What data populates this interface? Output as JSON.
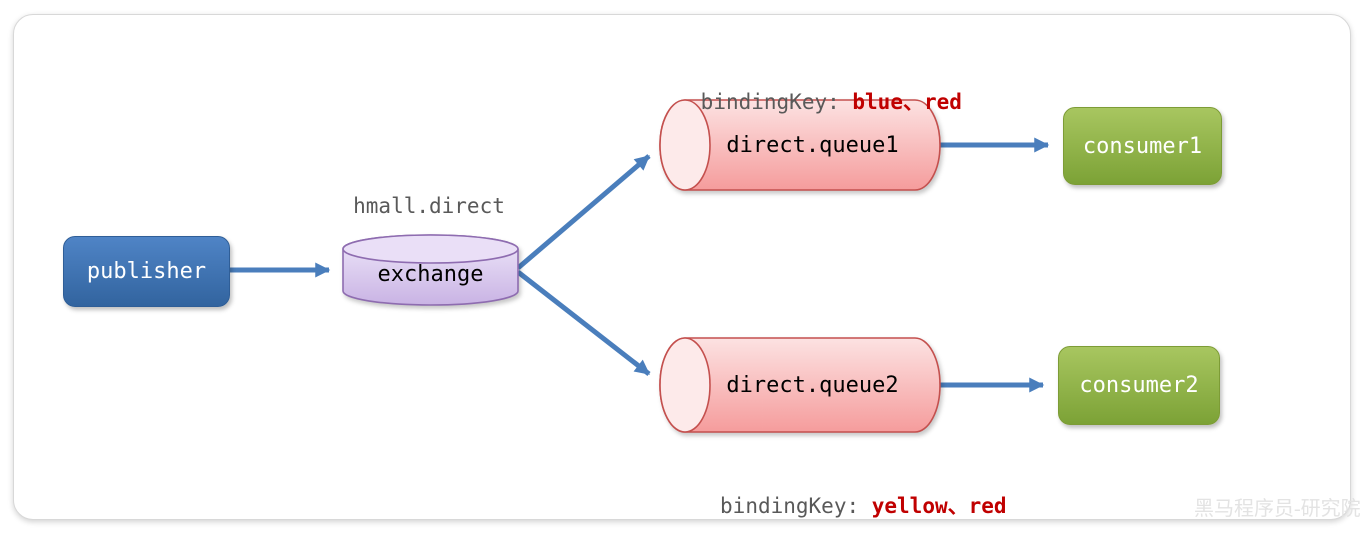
{
  "diagram": {
    "type": "rabbitmq-direct-exchange",
    "watermark": "黑马程序员-研究院"
  },
  "nodes": {
    "publisher": {
      "label": "publisher",
      "shape": "rounded-box",
      "color": "#3d76b8"
    },
    "exchange": {
      "label": "exchange",
      "caption": "hmall.direct",
      "shape": "vertical-cylinder",
      "color": "#d9c6ee"
    },
    "queue1": {
      "label": "direct.queue1",
      "shape": "horizontal-cylinder",
      "color": "#f8b9b9"
    },
    "queue2": {
      "label": "direct.queue2",
      "shape": "horizontal-cylinder",
      "color": "#f8b9b9"
    },
    "consumer1": {
      "label": "consumer1",
      "shape": "rounded-box",
      "color": "#8fb23f"
    },
    "consumer2": {
      "label": "consumer2",
      "shape": "rounded-box",
      "color": "#8fb23f"
    }
  },
  "annotations": {
    "binding_key_top": {
      "prefix": "bindingKey: ",
      "keys": "blue、red"
    },
    "binding_key_bottom": {
      "prefix": "bindingKey: ",
      "keys": "yellow、red"
    }
  },
  "edges": [
    {
      "from": "publisher",
      "to": "exchange"
    },
    {
      "from": "exchange",
      "to": "queue1"
    },
    {
      "from": "exchange",
      "to": "queue2"
    },
    {
      "from": "queue1",
      "to": "consumer1"
    },
    {
      "from": "queue2",
      "to": "consumer2"
    }
  ],
  "colors": {
    "arrow": "#4a7ebc",
    "binding_key_text": "#c00000",
    "caption_text": "#595959",
    "queue_stroke": "#c4504e",
    "exchange_stroke": "#8e6cb0"
  }
}
